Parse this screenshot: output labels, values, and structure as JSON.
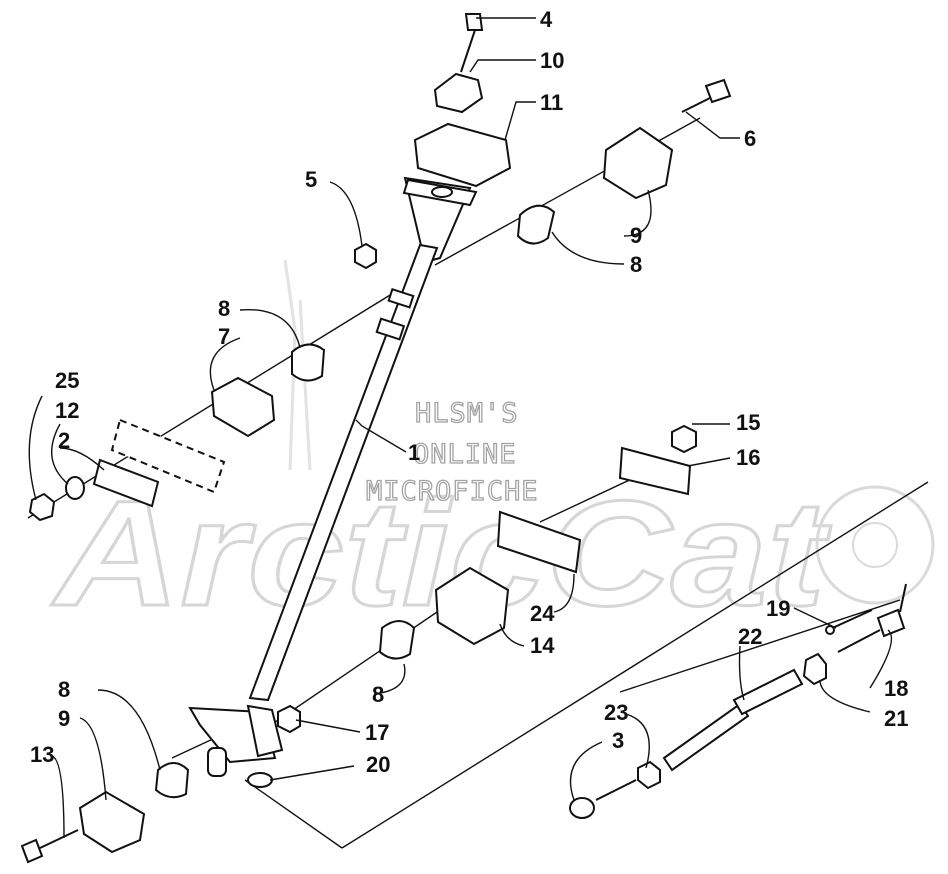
{
  "watermark": {
    "line1": "HLSM'S",
    "line2": "ONLINE",
    "line3": "MICROFICHE",
    "brand": "ArcticCat"
  },
  "callouts": {
    "c1": "1",
    "c2": "2",
    "c3": "3",
    "c4": "4",
    "c5": "5",
    "c6": "6",
    "c7": "7",
    "c8a": "8",
    "c8b": "8",
    "c8c": "8",
    "c8d": "8",
    "c9a": "9",
    "c9b": "9",
    "c10": "10",
    "c11": "11",
    "c12": "12",
    "c13": "13",
    "c14": "14",
    "c15": "15",
    "c16": "16",
    "c17": "17",
    "c18": "18",
    "c19": "19",
    "c20": "20",
    "c21": "21",
    "c22": "22",
    "c23": "23",
    "c24": "24",
    "c25": "25"
  }
}
